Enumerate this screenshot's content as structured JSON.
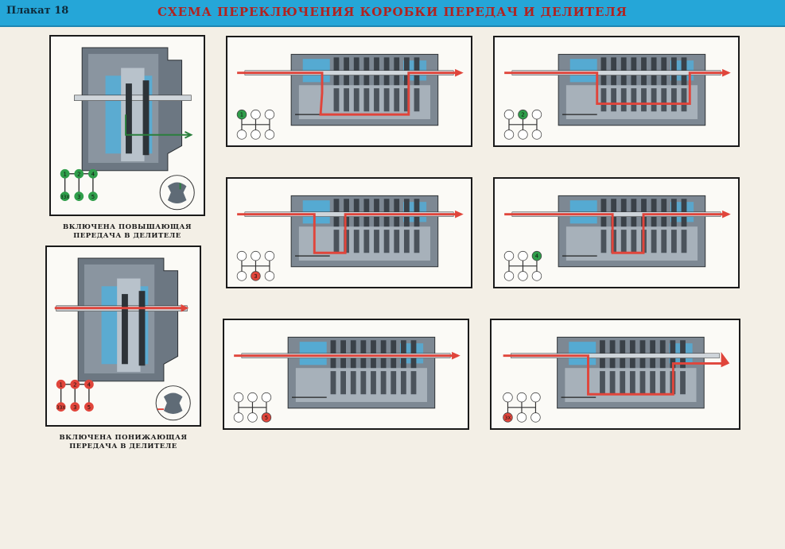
{
  "header": {
    "plakat": "Плакат 18",
    "title": "СХЕМА ПЕРЕКЛЮЧЕНИЯ КОРОБКИ ПЕРЕДАЧ И ДЕЛИТЕЛЯ"
  },
  "divider": {
    "high": {
      "caption_line1": "ВКЛЮЧЕНА ПОВЫШАЮЩАЯ",
      "caption_line2": "ПЕРЕДАЧА В ДЕЛИТЕЛЕ",
      "shift_labels": [
        "1",
        "2",
        "4",
        "3ЗХ",
        "3",
        "5"
      ]
    },
    "low": {
      "caption_line1": "ВКЛЮЧЕНА ПОНИЖАЮЩАЯ",
      "caption_line2": "ПЕРЕДАЧА В ДЕЛИТЕЛЕ",
      "shift_labels": [
        "1",
        "2",
        "4",
        "3ЗХ",
        "3",
        "5"
      ]
    }
  },
  "gears": [
    {
      "id": "gear-1",
      "label": "1"
    },
    {
      "id": "gear-2",
      "label": "2"
    },
    {
      "id": "gear-3",
      "label": "3"
    },
    {
      "id": "gear-4",
      "label": "4"
    },
    {
      "id": "gear-5",
      "label": "5"
    },
    {
      "id": "gear-reverse",
      "label": "ЗХ"
    }
  ],
  "colors": {
    "header": "#25a6d8",
    "title": "#b1221f",
    "power_flow": "#e0453b",
    "active_gear": "#2f9e4a",
    "housing": "#5f6b76",
    "highlight": "#4bb3e2"
  }
}
